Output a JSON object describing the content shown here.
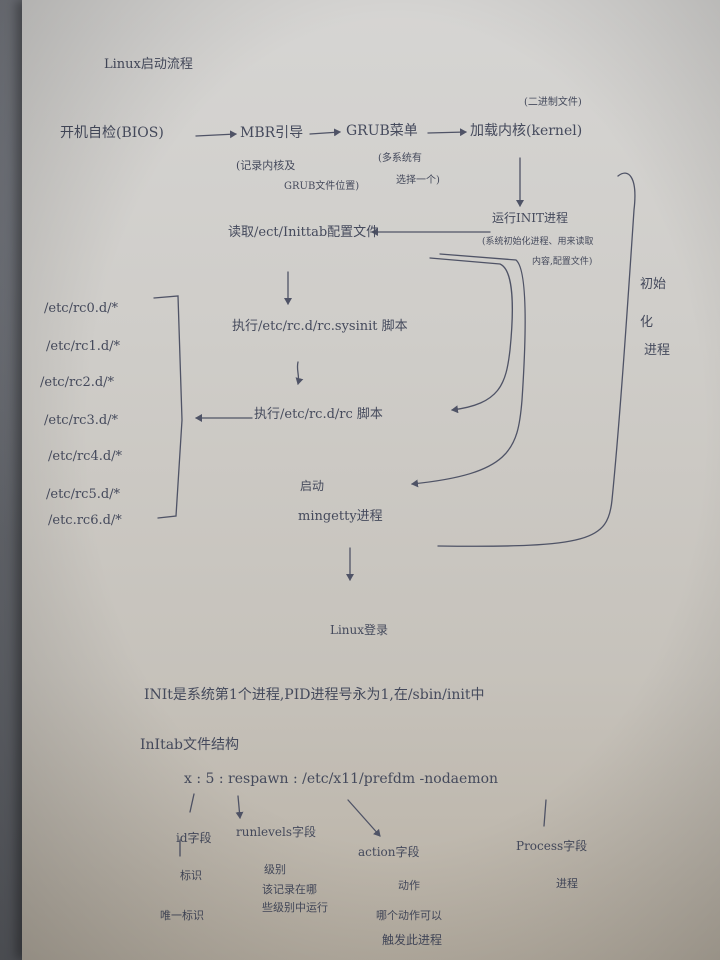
{
  "note": {
    "title": "Linux启动流程",
    "flow": {
      "post": "开机自检(BIOS)",
      "mbr": "MBR引导",
      "mbr_note_1": "(记录内核及",
      "mbr_note_2": "GRUB文件位置)",
      "grub": "GRUB菜单",
      "grub_note_1": "(多系统有",
      "grub_note_2": "选择一个)",
      "kernel_note": "(二进制文件)",
      "kernel": "加载内核(kernel)",
      "init": "运行INIT进程",
      "init_note_1": "(系统初始化进程、用来读取",
      "init_note_2": "内容,配置文件)",
      "read_inittab": "读取/ect/Inittab配置文件",
      "sysinit": "执行/etc/rc.d/rc.sysinit 脚本",
      "rc_script": "执行/etc/rc.d/rc 脚本",
      "start": "启动",
      "mingetty": "mingetty进程",
      "end": "Linux登录",
      "init_proc_label": [
        "初始",
        "化",
        "进程"
      ]
    },
    "rc_dirs": [
      "/etc/rc0.d/*",
      "/etc/rc1.d/*",
      "/etc/rc2.d/*",
      "/etc/rc3.d/*",
      "/etc/rc4.d/*",
      "/etc/rc5.d/*",
      "/etc.rc6.d/*"
    ],
    "init_desc": "INIt是系统第1个进程,PID进程号永为1,在/sbin/init中",
    "inittab_heading": "InItab文件结构",
    "inittab_example": "x : 5 : respawn : /etc/x11/prefdm -nodaemon",
    "fields": {
      "id_label": "id字段",
      "id_desc_1": "标识",
      "id_desc_2": "唯一标识",
      "runlevels_label": "runlevels字段",
      "runlevels_desc_1": "级别",
      "runlevels_desc_2": "该记录在哪",
      "runlevels_desc_3": "些级别中运行",
      "action_label": "action字段",
      "action_desc_1": "动作",
      "action_desc_2": "哪个动作可以",
      "action_desc_3": "触发此进程",
      "process_label": "Process字段",
      "process_desc": "进程"
    }
  }
}
